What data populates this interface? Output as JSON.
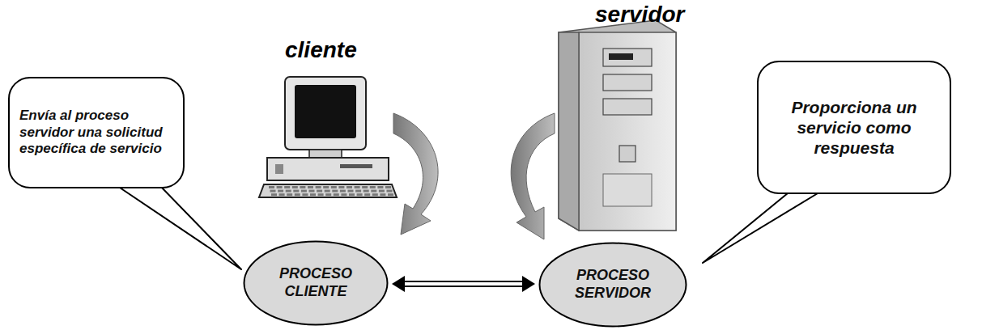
{
  "diagram": {
    "nodes": [
      {
        "text": [
          "Envía al proceso servidor una solicitud específica de servicio"
        ]
      },
      {
        "text": [
          "PROCESO CLIENTE"
        ]
      },
      {
        "text": [
          "PROCESO SERVIDOR"
        ]
      },
      {
        "text": [
          "Proporciona un servicio como respuesta"
        ]
      }
    ],
    "edges": [
      {
        "from": 1,
        "to": 2,
        "arrow": "both"
      }
    ],
    "labels": [
      "cliente",
      "servidor"
    ]
  }
}
